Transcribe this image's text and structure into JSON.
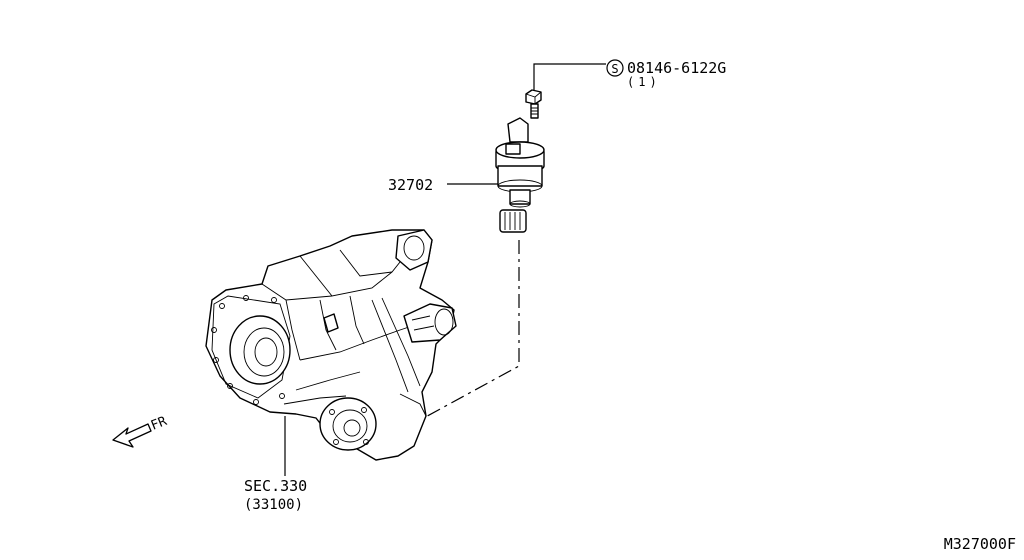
{
  "callouts": {
    "bolt_part_no": "08146-6122G",
    "bolt_qty": "(1)",
    "sensor_part_no": "32702",
    "section_ref": "SEC.330",
    "section_sub": "(33100)"
  },
  "direction_label": "FR",
  "diagram_code": "M327000F",
  "icons": {
    "bolt_symbol": "circled-s-icon",
    "front_direction": "arrow-left-icon"
  }
}
